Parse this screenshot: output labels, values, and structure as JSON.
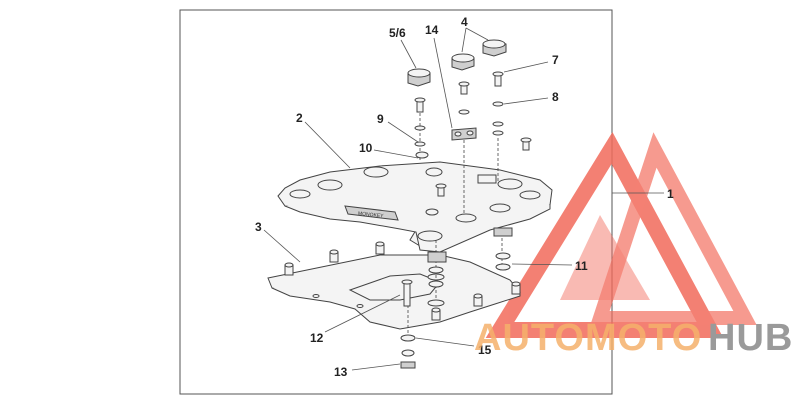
{
  "callouts": {
    "c56": "5/6",
    "c14": "14",
    "c4": "4",
    "c7": "7",
    "c8": "8",
    "c9": "9",
    "c2": "2",
    "c10": "10",
    "c1": "1",
    "c3": "3",
    "c11": "11",
    "c12": "12",
    "c15": "15",
    "c13": "13"
  },
  "watermark": {
    "brand_part1": "AUTOMOTO",
    "brand_part2": "HUB",
    "color_primary": "#f26b5b",
    "color_secondary": "#9a9a9a",
    "color_accent": "#f5b06b"
  },
  "plate_label": "MONOKEY"
}
